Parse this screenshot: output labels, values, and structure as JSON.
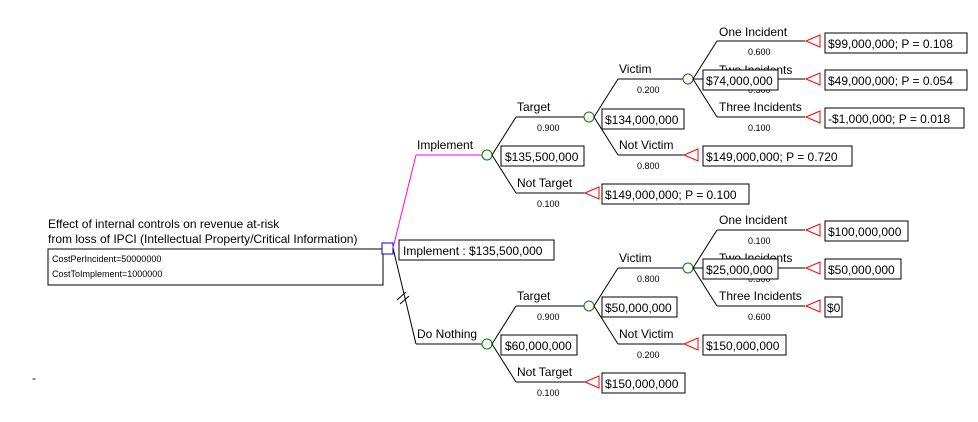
{
  "root": {
    "title_line1": "Effect of internal controls on revenue at-risk",
    "title_line2": "from loss of IPCI (Intellectual Property/Critical Information)",
    "var1": "CostPerIncident=50000000",
    "var2": "CostToImplement=1000000",
    "decision_value": "Implement : $135,500,000"
  },
  "implement": {
    "label": "Implement",
    "value": "$135,500,000",
    "target": {
      "label": "Target",
      "prob": "0.900",
      "value": "$134,000,000",
      "victim": {
        "label": "Victim",
        "prob": "0.200",
        "value": "$74,000,000",
        "one": {
          "label": "One Incident",
          "prob": "0.600",
          "payoff": "$99,000,000; P = 0.108"
        },
        "two": {
          "label": "Two Incidents",
          "prob": "0.300",
          "payoff": "$49,000,000; P = 0.054"
        },
        "three": {
          "label": "Three Incidents",
          "prob": "0.100",
          "payoff": "-$1,000,000; P = 0.018"
        }
      },
      "not_victim": {
        "label": "Not Victim",
        "prob": "0.800",
        "payoff": "$149,000,000; P = 0.720"
      }
    },
    "not_target": {
      "label": "Not Target",
      "prob": "0.100",
      "payoff": "$149,000,000; P = 0.100"
    }
  },
  "do_nothing": {
    "label": "Do Nothing",
    "value": "$60,000,000",
    "target": {
      "label": "Target",
      "prob": "0.900",
      "value": "$50,000,000",
      "victim": {
        "label": "Victim",
        "prob": "0.800",
        "value": "$25,000,000",
        "one": {
          "label": "One Incident",
          "prob": "0.100",
          "payoff": "$100,000,000"
        },
        "two": {
          "label": "Two Incidents",
          "prob": "0.300",
          "payoff": "$50,000,000"
        },
        "three": {
          "label": "Three Incidents",
          "prob": "0.600",
          "payoff": "$0"
        }
      },
      "not_victim": {
        "label": "Not Victim",
        "prob": "0.200",
        "payoff": "$150,000,000"
      }
    },
    "not_target": {
      "label": "Not Target",
      "prob": "0.100",
      "payoff": "$150,000,000"
    }
  },
  "stray_mark": "-",
  "colors": {
    "optimal": "#ff00ff",
    "chance": "#008000",
    "terminal": "#ff0000",
    "decision": "#0000ff"
  }
}
